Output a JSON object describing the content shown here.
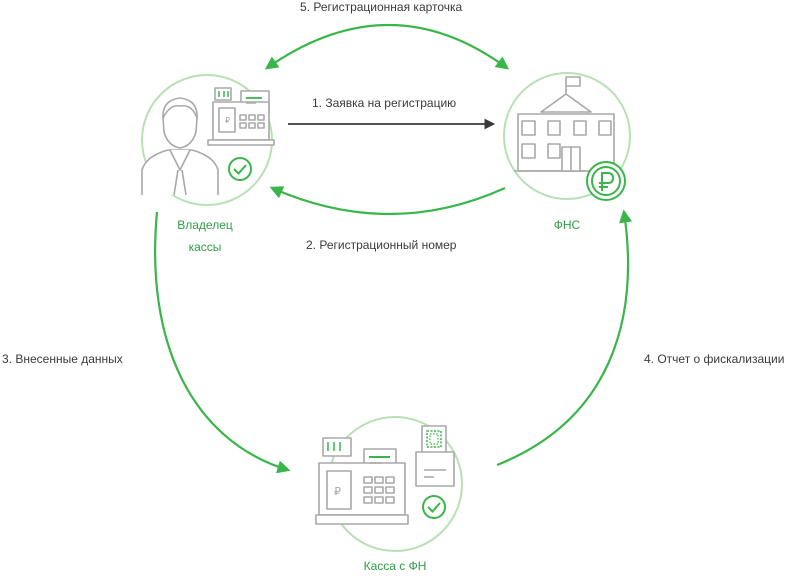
{
  "colors": {
    "accent": "#39b54a",
    "accent_light": "#b9e0b5",
    "icon_gray": "#a8a8a8",
    "arrow_dark": "#3a3a3a",
    "text": "#3a3a3a"
  },
  "nodes": {
    "owner": {
      "label_line1": "Владелец",
      "label_line2": "кассы"
    },
    "fns": {
      "label": "ФНС"
    },
    "register": {
      "label": "Касса с ФН"
    }
  },
  "arrows": {
    "a1": "1. Заявка на регистрацию",
    "a2": "2. Регистрационный номер",
    "a3": "3. Внесенные данных",
    "a4": "4. Отчет о фискализации",
    "a5": "5. Регистрационная карточка"
  },
  "icons": {
    "owner": "person-with-register-icon",
    "fns": "government-building-icon",
    "ruble": "ruble-sign-icon",
    "register": "cash-register-with-fiscal-printer-icon",
    "check": "check-icon"
  }
}
